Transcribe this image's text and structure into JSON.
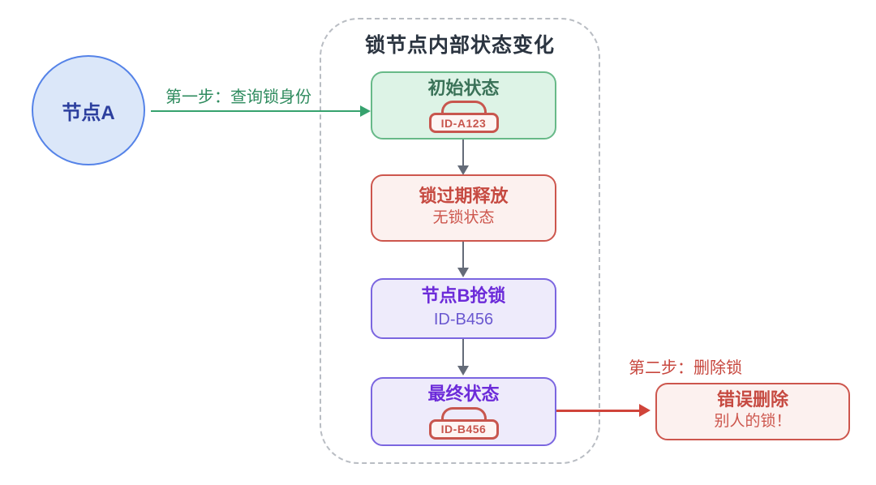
{
  "diagram": {
    "container_title": "锁节点内部状态变化",
    "node_a": {
      "label": "节点A"
    },
    "step1": {
      "label": "第一步：查询锁身份"
    },
    "step2": {
      "label": "第二步：删除锁"
    },
    "states": {
      "initial": {
        "title": "初始状态",
        "lock_id": "ID-A123"
      },
      "expired": {
        "title": "锁过期释放",
        "subtitle": "无锁状态"
      },
      "grabbed": {
        "title": "节点B抢锁",
        "subtitle": "ID-B456"
      },
      "final": {
        "title": "最终状态",
        "lock_id": "ID-B456"
      }
    },
    "error": {
      "title": "错误删除",
      "subtitle": "别人的锁！"
    },
    "colors": {
      "green_accent": "#36a26e",
      "green_border": "#67b988",
      "green_fill": "#ddf3e6",
      "red_accent": "#cd564d",
      "red_fill": "#fcf1ef",
      "purple_border": "#7b66e0",
      "purple_fill": "#eeebfb",
      "purple_text": "#6c2bd9",
      "blue_border": "#5583e8",
      "blue_fill": "#dbe7f9",
      "blue_text": "#2c3f9e",
      "gray_arrow": "#646b78",
      "dash_border": "#b9bdc3",
      "title_text": "#2b3440"
    }
  }
}
